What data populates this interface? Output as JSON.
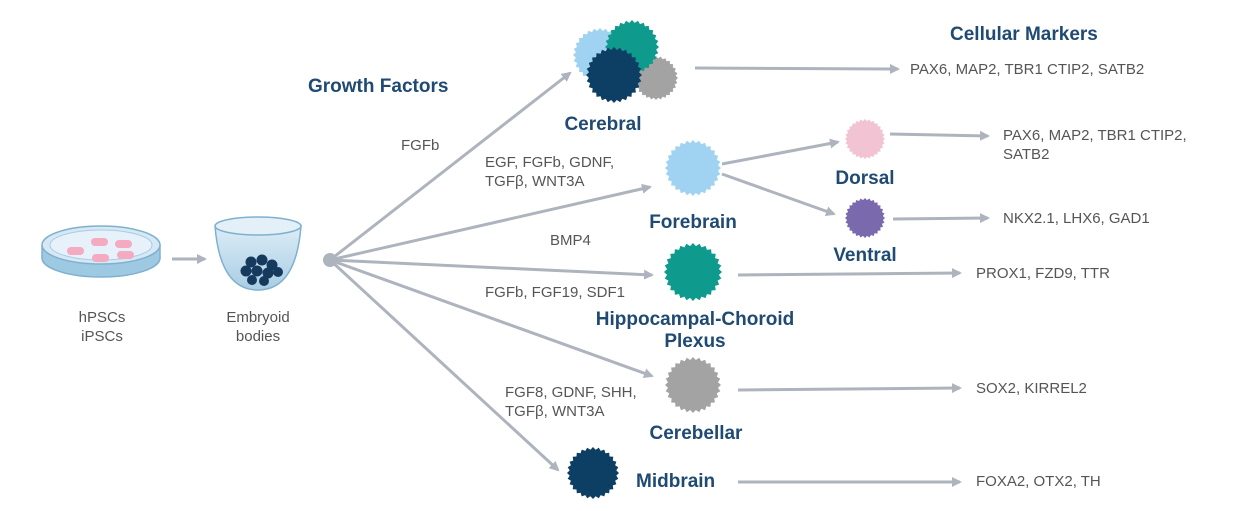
{
  "headings": {
    "growth_factors": "Growth Factors",
    "cellular_markers": "Cellular Markers"
  },
  "sources": {
    "stem_cells_line1": "hPSCs",
    "stem_cells_line2": "iPSCs",
    "embryoid_line1": "Embryoid",
    "embryoid_line2": "bodies"
  },
  "factors": {
    "cerebral": "FGFb",
    "forebrain_line1": "EGF, FGFb, GDNF,",
    "forebrain_line2": "TGFβ, WNT3A",
    "hippocampal": "BMP4",
    "cerebellar_top": "FGFb, FGF19, SDF1",
    "cerebellar_line1": "FGF8, GDNF, SHH,",
    "cerebellar_line2": "TGFβ, WNT3A"
  },
  "organoids": {
    "cerebral": "Cerebral",
    "forebrain": "Forebrain",
    "dorsal": "Dorsal",
    "ventral": "Ventral",
    "hippocampal_line1": "Hippocampal-Choroid",
    "hippocampal_line2": "Plexus",
    "cerebellar": "Cerebellar",
    "midbrain": "Midbrain"
  },
  "markers": {
    "cerebral": "PAX6, MAP2, TBR1 CTIP2, SATB2",
    "dorsal_line1": "PAX6, MAP2, TBR1 CTIP2,",
    "dorsal_line2": "SATB2",
    "ventral": "NKX2.1, LHX6, GAD1",
    "hippocampal": "PROX1, FZD9, TTR",
    "cerebellar": "SOX2, KIRREL2",
    "midbrain": "FOXA2, OTX2, TH"
  },
  "colors": {
    "navy": "#0d3e63",
    "teal": "#0e9b8d",
    "light_blue": "#9fd3f1",
    "grey": "#a3a3a3",
    "pink": "#f1c3d3",
    "purple": "#7b69ad",
    "arrow": "#aeb4bd",
    "heading": "#1f4a73"
  },
  "icons": [
    "petri-dish-icon",
    "embryoid-bowl-icon",
    "organoid-sphere-icon"
  ]
}
